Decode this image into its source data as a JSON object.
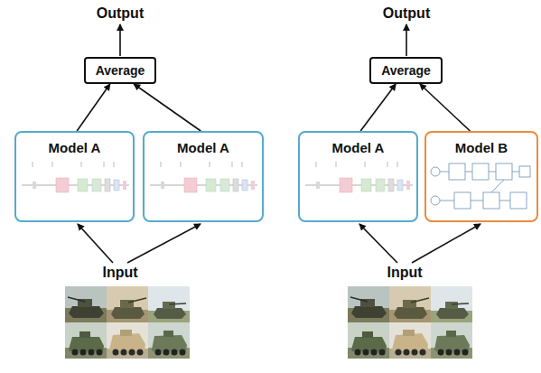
{
  "diagram": {
    "nodes": [
      {
        "text": [
          "Average"
        ]
      },
      {
        "text": [
          "Average"
        ]
      },
      {
        "text": [
          "Model A"
        ]
      },
      {
        "text": [
          "Model A"
        ]
      },
      {
        "text": [
          "Model A"
        ]
      },
      {
        "text": [
          "Model B"
        ]
      }
    ],
    "edges": [
      {
        "from": 2,
        "to": 0,
        "arrow": "to"
      },
      {
        "from": 3,
        "to": 0,
        "arrow": "to"
      },
      {
        "from": 4,
        "to": 1,
        "arrow": "to"
      },
      {
        "from": 5,
        "to": 1,
        "arrow": "to"
      }
    ],
    "labels": [
      "Output",
      "Output",
      "Input",
      "Input"
    ]
  }
}
